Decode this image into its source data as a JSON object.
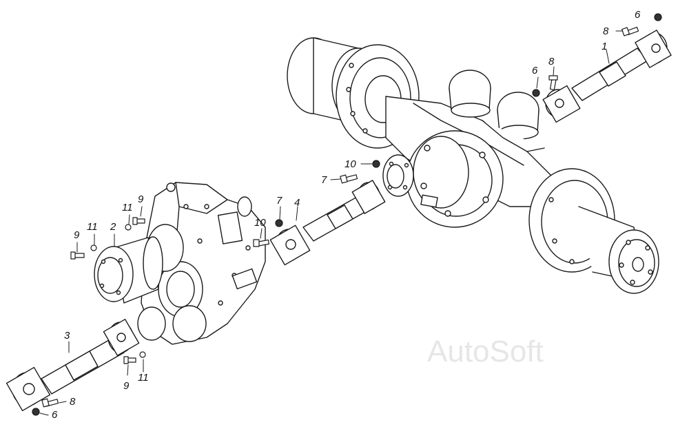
{
  "watermark": "AutoSoft",
  "callouts": {
    "top_6": "6",
    "top_8": "8",
    "top_1": "1",
    "mid_6": "6",
    "mid_8": "8",
    "c10_upper": "10",
    "c7_upper": "7",
    "c7_lower": "7",
    "c4": "4",
    "c10_lower": "10",
    "c11_top": "11",
    "c9_top": "9",
    "c11_left": "11",
    "c2": "2",
    "c9_left": "9",
    "c3": "3",
    "c9_bottom": "9",
    "c11_bottom": "11",
    "c8_bottom": "8",
    "c6_bottom": "6"
  },
  "colors": {
    "line": "#1a1a1a",
    "fill": "#ffffff",
    "watermark": "#e6e6e6"
  }
}
